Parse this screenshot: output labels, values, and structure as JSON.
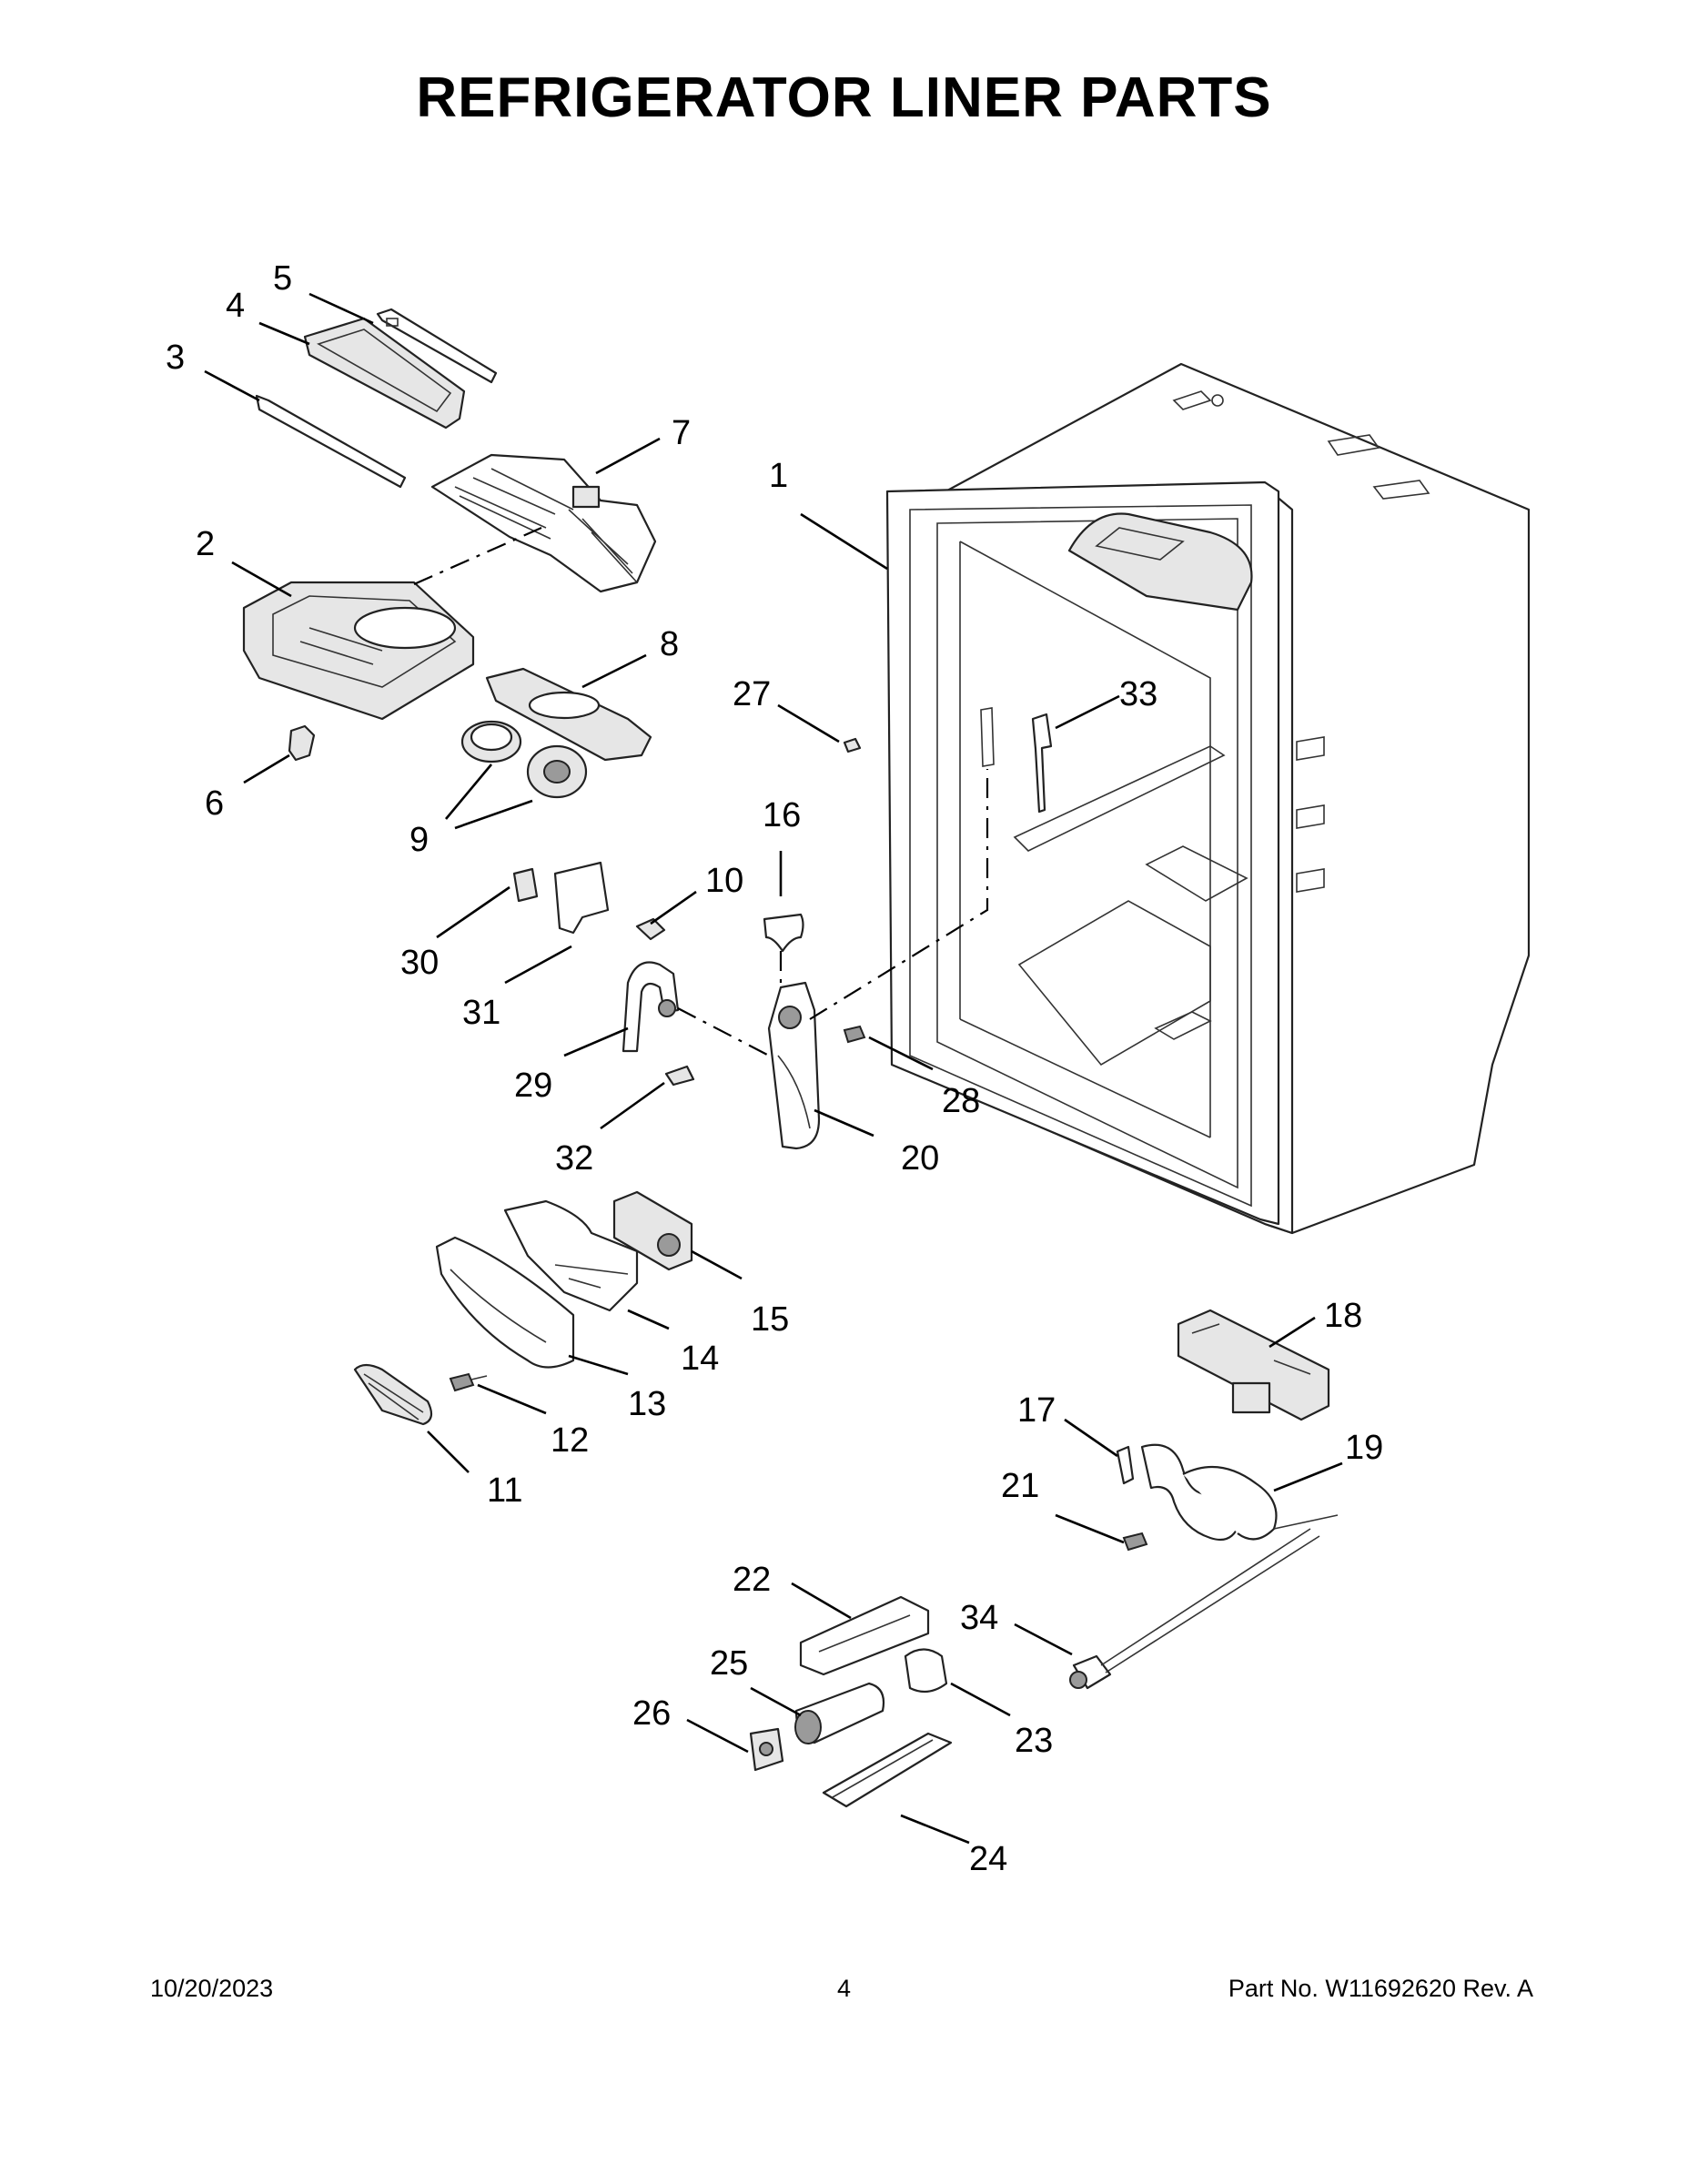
{
  "title": "REFRIGERATOR LINER PARTS",
  "callouts": {
    "c1": "1",
    "c2": "2",
    "c3": "3",
    "c4": "4",
    "c5": "5",
    "c6": "6",
    "c7": "7",
    "c8": "8",
    "c9": "9",
    "c10": "10",
    "c11": "11",
    "c12": "12",
    "c13": "13",
    "c14": "14",
    "c15": "15",
    "c16": "16",
    "c17": "17",
    "c18": "18",
    "c19": "19",
    "c20": "20",
    "c21": "21",
    "c22": "22",
    "c23": "23",
    "c24": "24",
    "c25": "25",
    "c26": "26",
    "c27": "27",
    "c28": "28",
    "c29": "29",
    "c30": "30",
    "c31": "31",
    "c32": "32",
    "c33": "33",
    "c34": "34"
  },
  "footer": {
    "date": "10/20/2023",
    "page": "4",
    "part_no": "Part No.  W11692620  Rev.  A"
  }
}
